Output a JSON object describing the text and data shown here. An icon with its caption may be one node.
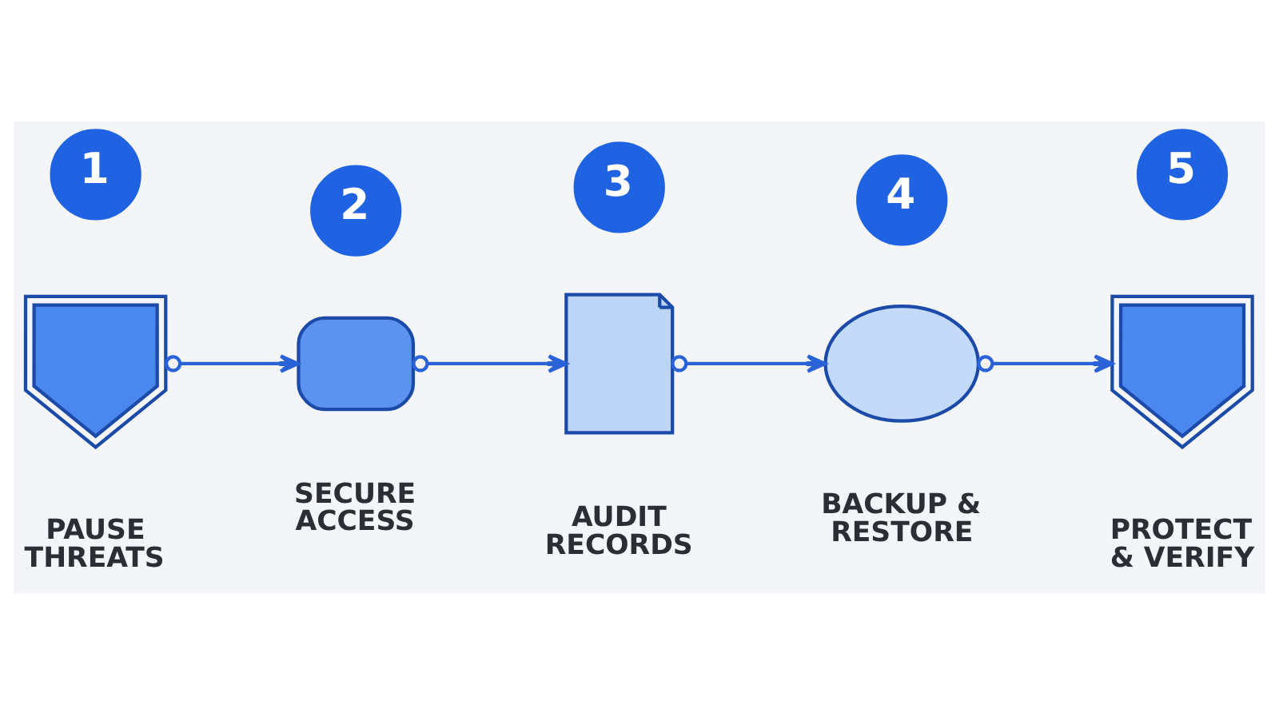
{
  "diagram": {
    "nodes": [
      {
        "text": [
          "1"
        ]
      },
      {
        "text": [
          "2"
        ]
      },
      {
        "text": [
          "3"
        ]
      },
      {
        "text": [
          "4"
        ]
      },
      {
        "text": [
          "5"
        ]
      },
      {
        "text": [],
        "shape": "shield",
        "beside": [
          "PAUSE THREATS"
        ]
      },
      {
        "text": [],
        "shape": "padlock",
        "beside": [
          "SECURE ACCESS"
        ]
      },
      {
        "text": [],
        "shape": "document",
        "beside": [
          "AUDIT RECORDS"
        ]
      },
      {
        "text": [],
        "shape": "cloud",
        "beside": [
          "BACKUP & RESTORE"
        ]
      },
      {
        "text": [],
        "shape": "shield",
        "beside": [
          "PROTECT & VERIFY"
        ]
      }
    ],
    "edges": [
      {
        "from": 5,
        "to": 6,
        "arrow": "to"
      },
      {
        "from": 6,
        "to": 7,
        "arrow": "to"
      },
      {
        "from": 7,
        "to": 8,
        "arrow": "to"
      },
      {
        "from": 8,
        "to": 9,
        "arrow": "to"
      }
    ]
  }
}
